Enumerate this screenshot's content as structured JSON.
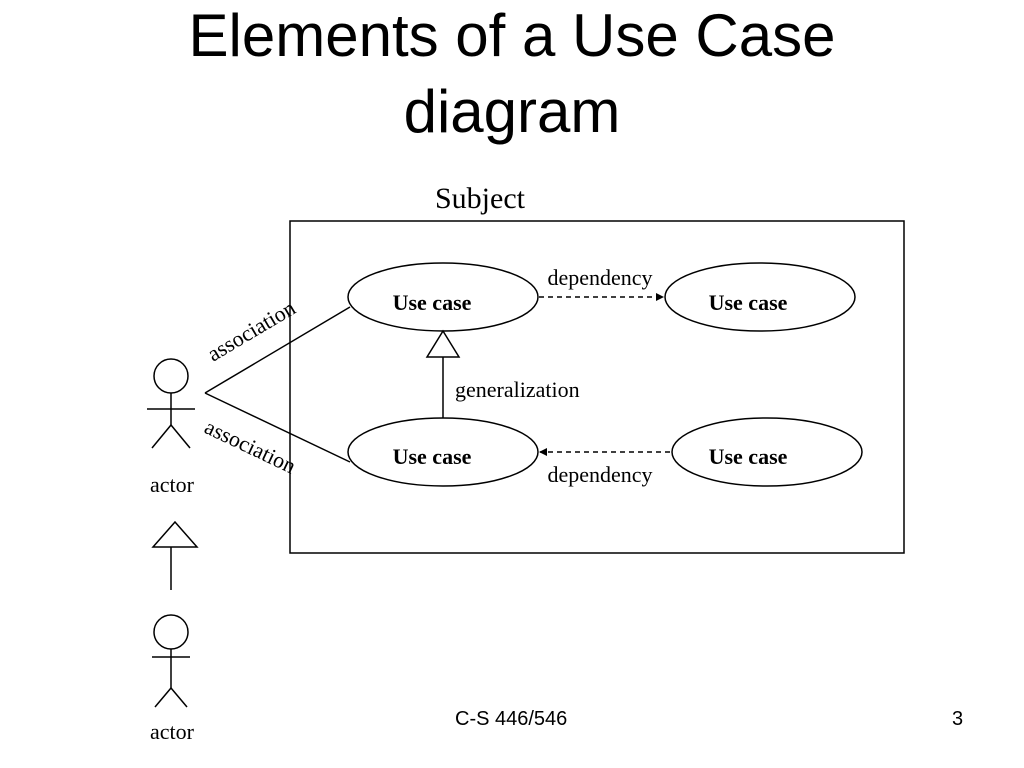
{
  "slide": {
    "title_line_1": "Elements of a Use Case",
    "title_line_2": "diagram",
    "footer_course": "C-S 446/546",
    "page_number": "3"
  },
  "diagram": {
    "subject_label": "Subject",
    "use_cases": [
      "Use case",
      "Use case",
      "Use case",
      "Use case"
    ],
    "actors": [
      "actor",
      "actor"
    ],
    "association_labels": [
      "association",
      "association"
    ],
    "dependency_labels": [
      "dependency",
      "dependency"
    ],
    "generalization_label": "generalization"
  }
}
